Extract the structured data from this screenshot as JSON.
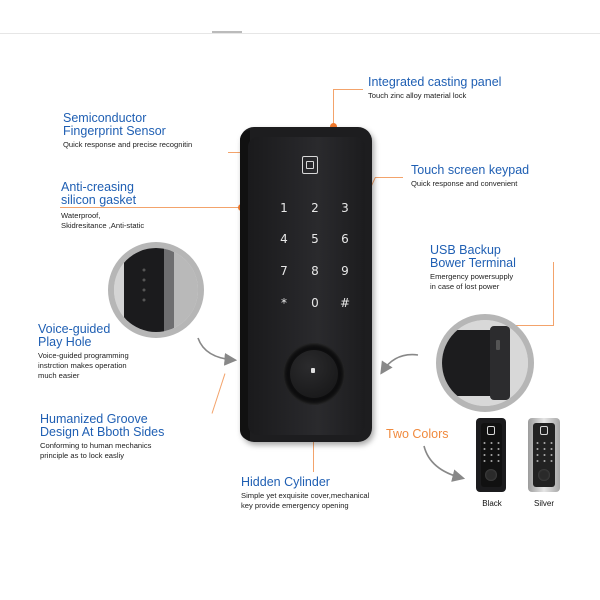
{
  "features": {
    "casting": {
      "title": "Integrated casting panel",
      "desc": "Touch zinc alloy material lock"
    },
    "fingerprint": {
      "title_1": "Semiconductor",
      "title_2": "Fingerprint Sensor",
      "desc": "Quick response and precise recognitin"
    },
    "gasket": {
      "title_1": "Anti-creasing",
      "title_2": "silicon gasket",
      "desc_1": "Waterproof,",
      "desc_2": "Skidresitance ,Anti-static"
    },
    "keypad": {
      "title": "Touch screen keypad",
      "desc": "Quick response and convenient"
    },
    "usb": {
      "title_1": "USB Backup",
      "title_2": "Bower Terminal",
      "desc_1": "Emergency powersupply",
      "desc_2": "in case of lost power"
    },
    "voice": {
      "title_1": "Voice-guided",
      "title_2": "Play Hole",
      "desc_1": "Voice-guided programming",
      "desc_2": "instrction makes operation",
      "desc_3": "much easier"
    },
    "groove": {
      "title_1": "Humanized Groove",
      "title_2": "Design At Bboth Sides",
      "desc_1": "Conforming to human mechanics",
      "desc_2": "principle as to lock easliy"
    },
    "cylinder": {
      "title": "Hidden Cylinder",
      "desc_1": "Simple yet exquisite cover,mechanical",
      "desc_2": "key provide emergency opening"
    }
  },
  "keypad_keys": [
    "1",
    "2",
    "3",
    "4",
    "5",
    "6",
    "7",
    "8",
    "9",
    "*",
    "0",
    "#"
  ],
  "colors_section": {
    "title": "Two Colors",
    "options": [
      "Black",
      "Silver"
    ]
  },
  "accent_colors": {
    "title_blue": "#1f5fb3",
    "leader_orange": "#f37a2c",
    "two_colors_orange": "#f08a3e"
  },
  "icons": [
    "fingerprint-sensor-icon",
    "curved-arrow-icon"
  ]
}
